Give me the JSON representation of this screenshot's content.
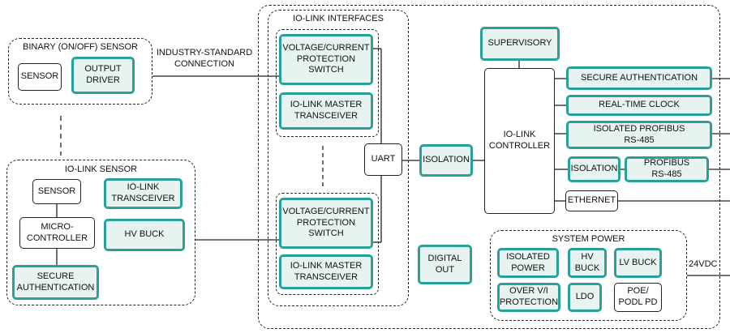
{
  "groups": {
    "binary_sensor": "BINARY (ON/OFF) SENSOR",
    "iolink_sensor": "IO-LINK SENSOR",
    "iolink_interfaces": "IO-LINK INTERFACES",
    "system_power": "SYSTEM POWER"
  },
  "labels": {
    "industry_connection": "INDUSTRY-STANDARD\nCONNECTION",
    "voltage_24": "24VDC"
  },
  "blocks": {
    "b_sensor": "SENSOR",
    "b_output_driver": "OUTPUT\nDRIVER",
    "s_sensor": "SENSOR",
    "s_transceiver": "IO-LINK\nTRANSCEIVER",
    "s_micro": "MICRO-\nCONTROLLER",
    "s_hvbuck": "HV BUCK",
    "s_secure": "SECURE\nAUTHENTICATION",
    "i_vcps_top": "VOLTAGE/CURRENT\nPROTECTION\nSWITCH",
    "i_master_top": "IO-LINK MASTER\nTRANSCEIVER",
    "i_vcps_bot": "VOLTAGE/CURRENT\nPROTECTION\nSWITCH",
    "i_master_bot": "IO-LINK MASTER\nTRANSCEIVER",
    "uart": "UART",
    "isolation_main": "ISOLATION",
    "supervisory": "SUPERVISORY",
    "controller": "IO-LINK\nCONTROLLER",
    "secure_auth": "SECURE AUTHENTICATION",
    "rtc": "REAL-TIME CLOCK",
    "iso_profibus": "ISOLATED PROFIBUS\nRS-485",
    "isolation_small": "ISOLATION",
    "profibus": "PROFIBUS\nRS-485",
    "ethernet": "ETHERNET",
    "digital_out": "DIGITAL\nOUT",
    "p_isolated_power": "ISOLATED\nPOWER",
    "p_hvbuck": "HV\nBUCK",
    "p_lvbuck": "LV BUCK",
    "p_over_vi": "OVER V/I\nPROTECTION",
    "p_ldo": "LDO",
    "p_poe": "POE/\nPODL PD"
  },
  "colors": {
    "accent_border": "#2aa198",
    "accent_fill": "#e6f3f1",
    "line": "#222222"
  }
}
